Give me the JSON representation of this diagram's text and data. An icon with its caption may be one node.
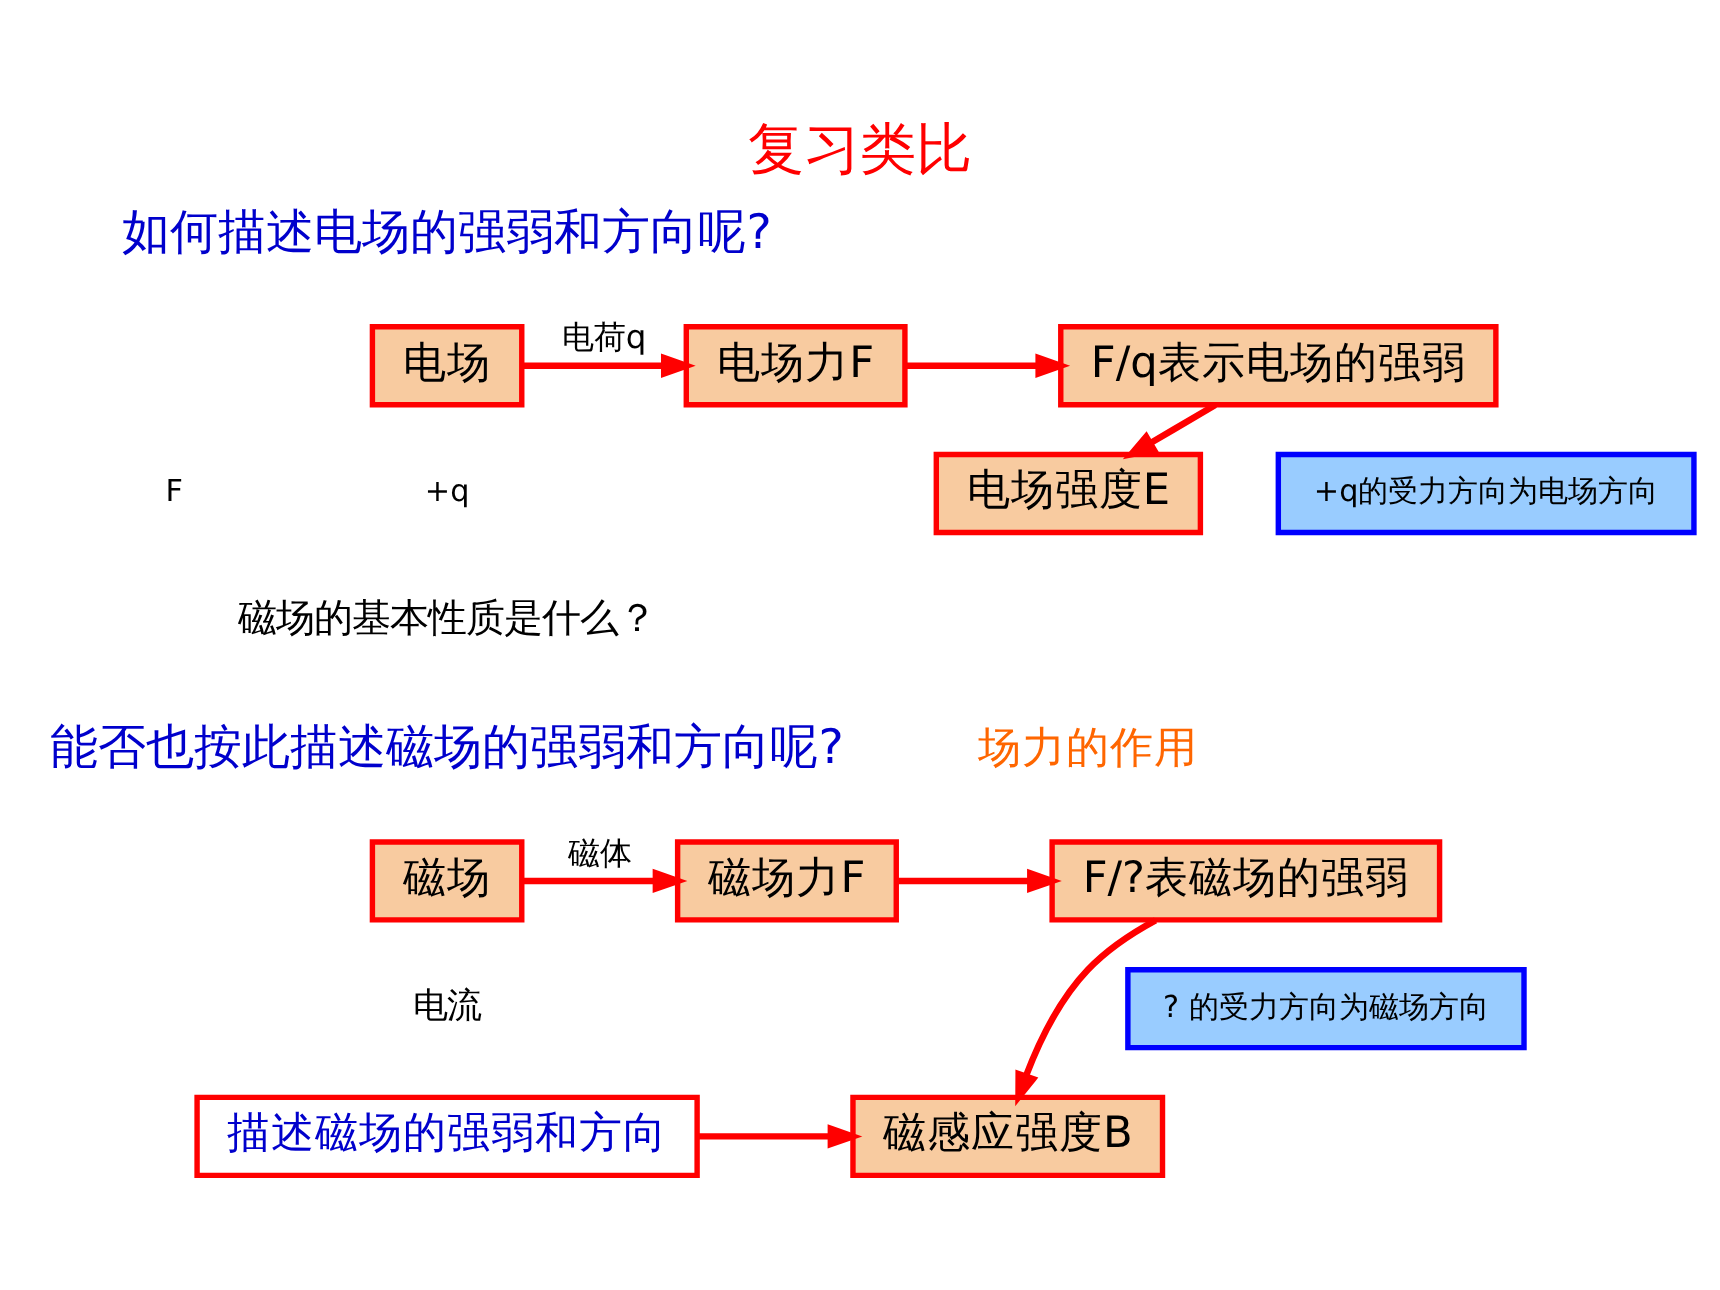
{
  "diagram": {
    "title": "复习类比",
    "nodes": [
      {
        "text": [
          "电场"
        ]
      },
      {
        "text": [
          "电场力F"
        ]
      },
      {
        "text": [
          "F/q表示电场的强弱"
        ]
      },
      {
        "text": [
          "+q的受力方向为电场方向"
        ]
      },
      {
        "text": [
          "电场强度E"
        ]
      },
      {
        "text": [
          "磁场"
        ]
      },
      {
        "text": [
          "磁场力F"
        ]
      },
      {
        "text": [
          "F/?表磁场的强弱"
        ]
      },
      {
        "text": [
          "? 的受力方向为磁场方向"
        ]
      },
      {
        "text": [
          "描述磁场的强弱和方向"
        ]
      },
      {
        "text": [
          "磁感应强度B"
        ]
      }
    ],
    "edges": [
      {
        "from": 0,
        "to": 1,
        "arrow": "to",
        "label": "电荷q"
      },
      {
        "from": 1,
        "to": 2,
        "arrow": "to"
      },
      {
        "from": 2,
        "to": 4,
        "arrow": "to"
      },
      {
        "from": 5,
        "to": 6,
        "arrow": "to",
        "label": "磁体"
      },
      {
        "from": 6,
        "to": 7,
        "arrow": "to"
      },
      {
        "from": 7,
        "to": 10,
        "arrow": "to"
      },
      {
        "from": 9,
        "to": 10,
        "arrow": "to"
      }
    ],
    "labels": [
      "如何描述电场的强弱和方向呢?",
      "+q",
      "F",
      "磁场的基本性质是什么？",
      "能否也按此描述磁场的强弱和方向呢?",
      "场力的作用",
      "电流"
    ]
  }
}
